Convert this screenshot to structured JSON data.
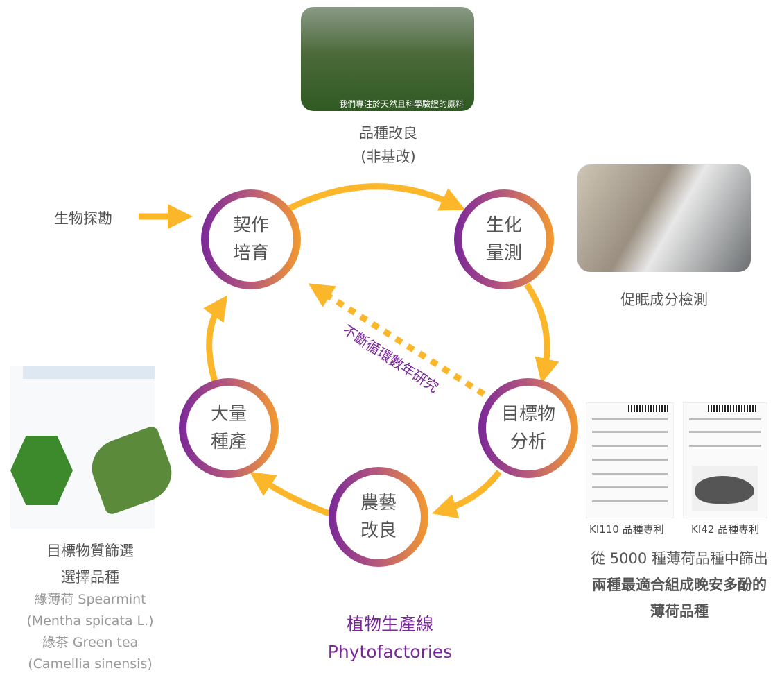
{
  "colors": {
    "arrow": "#fbb62a",
    "purple": "#7a2799",
    "orange": "#f39a2e",
    "text": "#555555"
  },
  "nodes": [
    {
      "line1": "契作",
      "line2": "培育"
    },
    {
      "line1": "生化",
      "line2": "量測"
    },
    {
      "line1": "目標物",
      "line2": "分析"
    },
    {
      "line1": "農藝",
      "line2": "改良"
    },
    {
      "line1": "大量",
      "line2": "種產"
    }
  ],
  "bioprospecting": "生物探勘",
  "cycle_label": "不斷循環數年研究",
  "breeding": {
    "line1": "品種改良",
    "line2": "(非基改)",
    "photo_caption": "我們專注於天然且科學驗證的原料"
  },
  "testing": {
    "label": "促眠成分檢測"
  },
  "screening": {
    "line1": "目標物質篩選",
    "line2": "選擇品種",
    "line3": "綠薄荷 Spearmint",
    "line4": "(Mentha spicata L.)",
    "line5": "綠茶 Green tea",
    "line6": "(Camellia sinensis)"
  },
  "patents": {
    "p1": "KI110 品種專利",
    "p2": "KI42 品種專利",
    "line1": "從 5000 種薄荷品種中篩出",
    "line2": "兩種最適合組成晚安多酚的",
    "line3": "薄荷品種"
  },
  "center": {
    "line1": "植物生產線",
    "line2": "Phytofactories"
  }
}
